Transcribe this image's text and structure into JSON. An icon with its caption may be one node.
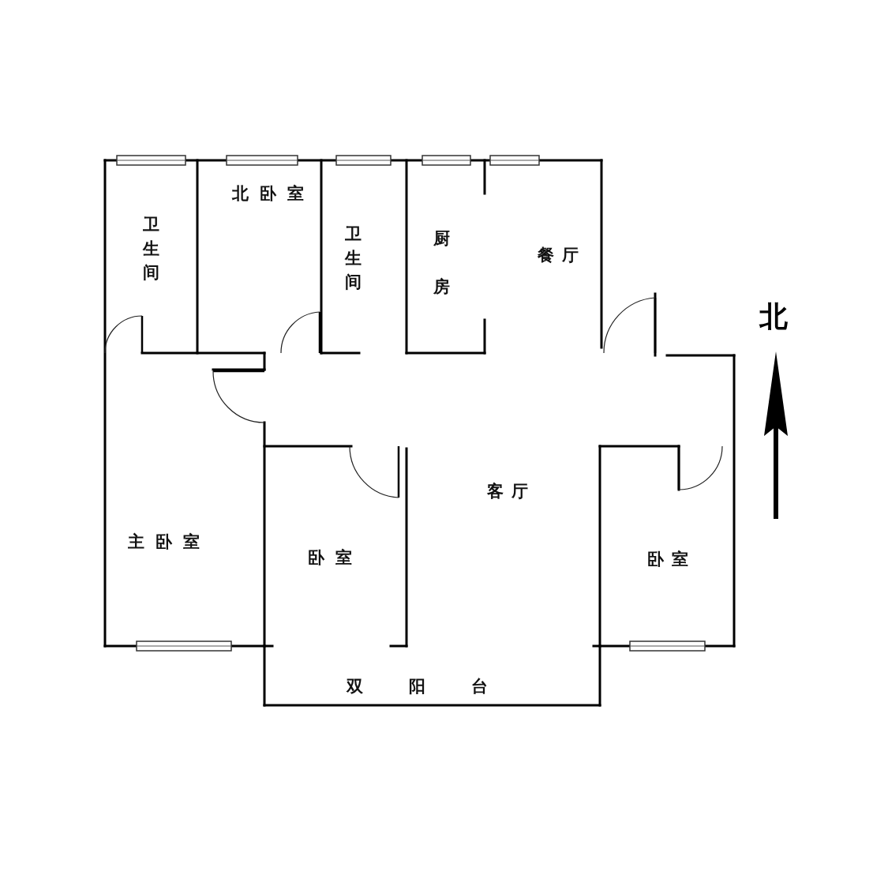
{
  "diagram": {
    "nodes": [
      {
        "text": [
          "卫生间"
        ]
      },
      {
        "text": [
          "北卧室"
        ]
      },
      {
        "text": [
          "卫生间"
        ]
      },
      {
        "text": [
          "厨房"
        ]
      },
      {
        "text": [
          "餐厅"
        ]
      },
      {
        "text": [
          "主卧室"
        ]
      },
      {
        "text": [
          "卧室"
        ]
      },
      {
        "text": [
          "客厅"
        ]
      },
      {
        "text": [
          "卧室"
        ]
      },
      {
        "text": [
          "双阳台"
        ]
      }
    ],
    "labels": [
      "北"
    ]
  }
}
